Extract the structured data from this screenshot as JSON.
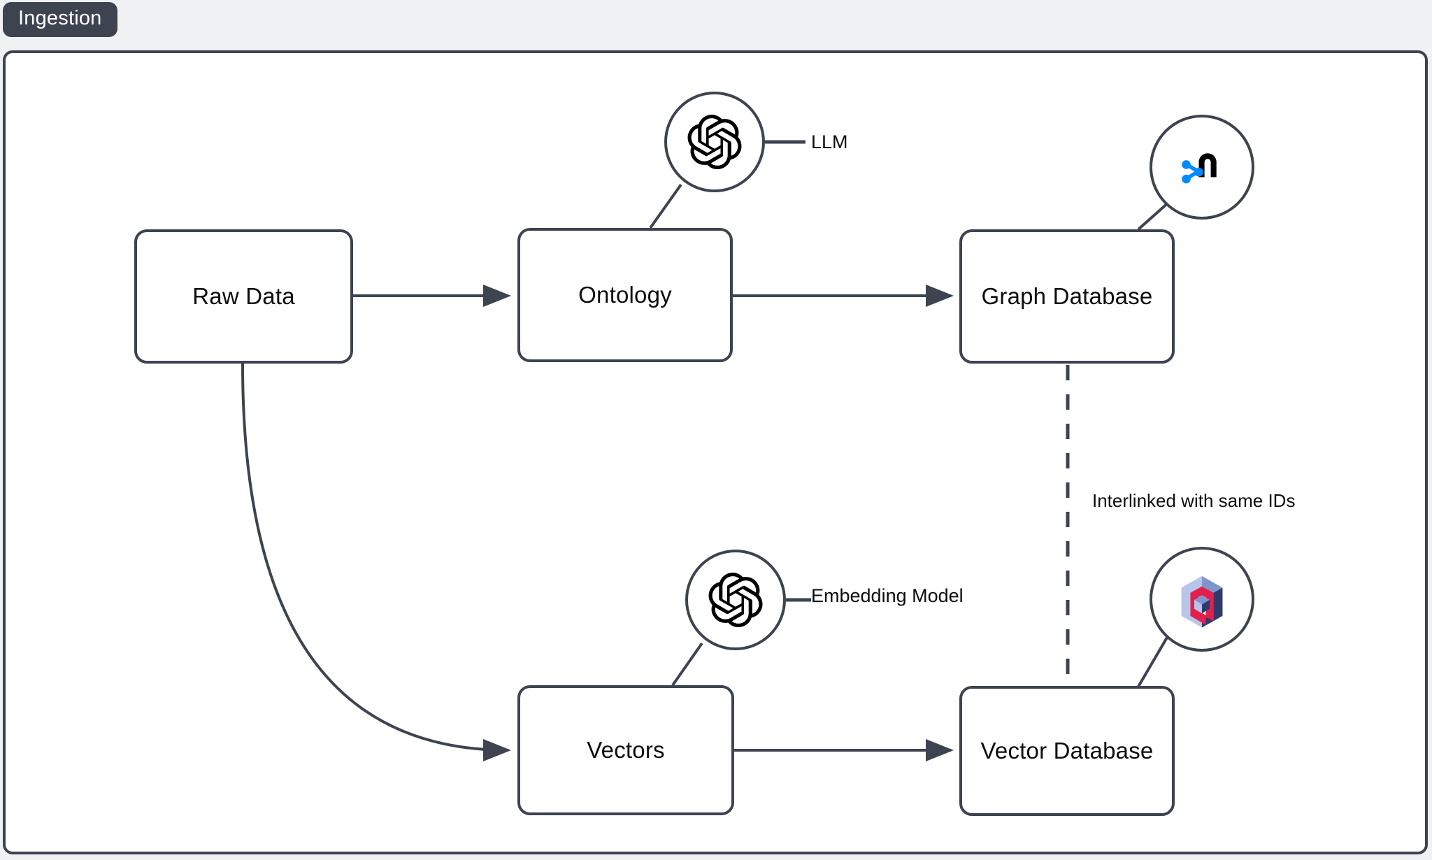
{
  "group": {
    "label": "Ingestion",
    "badge_color": "#3d4450",
    "frame_border_color": "#3d4450",
    "frame_fill": "#ffffff",
    "page_background": "#eff1f3"
  },
  "nodes": [
    {
      "id": "raw-data",
      "label": "Raw Data"
    },
    {
      "id": "ontology",
      "label": "Ontology"
    },
    {
      "id": "graph-database",
      "label": "Graph Database"
    },
    {
      "id": "vectors",
      "label": "Vectors"
    },
    {
      "id": "vector-database",
      "label": "Vector Database"
    }
  ],
  "icons": [
    {
      "id": "llm-openai",
      "icon": "openai-logo-icon",
      "label": "LLM"
    },
    {
      "id": "neo4j",
      "icon": "neo4j-logo-icon",
      "label": ""
    },
    {
      "id": "embedding-model-openai",
      "icon": "openai-logo-icon",
      "label": "Embedding Model"
    },
    {
      "id": "qdrant",
      "icon": "qdrant-logo-icon",
      "label": ""
    }
  ],
  "annotations": {
    "llm": "LLM",
    "embedding_model": "Embedding Model",
    "interlinked": "Interlinked with same IDs"
  },
  "edges": [
    {
      "from": "raw-data",
      "to": "ontology",
      "style": "solid",
      "arrow": true
    },
    {
      "from": "ontology",
      "to": "graph-database",
      "style": "solid",
      "arrow": true
    },
    {
      "from": "raw-data",
      "to": "vectors",
      "style": "curved",
      "arrow": true
    },
    {
      "from": "vectors",
      "to": "vector-database",
      "style": "solid",
      "arrow": true
    },
    {
      "from": "graph-database",
      "to": "vector-database",
      "style": "dashed",
      "arrow": false,
      "label": "Interlinked with same IDs"
    }
  ],
  "palette": {
    "stroke": "#3d4450",
    "text": "#0d0d0d",
    "neo4j_blue": "#018bff",
    "neo4j_dark": "#000000",
    "qdrant_red": "#e0214d",
    "qdrant_navy": "#2f3b6b",
    "qdrant_light": "#b9c5e8",
    "qdrant_mid": "#7f95cf",
    "openai_black": "#000000"
  }
}
